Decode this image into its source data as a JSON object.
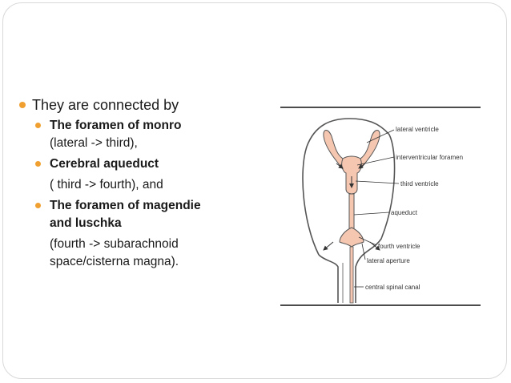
{
  "bullets": {
    "intro": "They are connected by",
    "item1_title": "The foramen of monro",
    "item1_desc": "(lateral -> third),",
    "item2_title": "Cerebral aqueduct",
    "item2_desc": "( third -> fourth), and",
    "item3_title_line1": "The foramen of magendie",
    "item3_title_line2": "and luschka",
    "item3_desc_line1": "(fourth -> subarachnoid",
    "item3_desc_line2": "space/cisterna magna)."
  },
  "diagram": {
    "labels": {
      "lateral_ventricle": "lateral ventricle",
      "interventricular_foramen": "interventricular foramen",
      "third_ventricle": "third ventricle",
      "aqueduct": "aqueduct",
      "fourth_ventricle": "fourth ventricle",
      "lateral_aperture": "lateral aperture",
      "central_spinal_canal": "central spinal canal"
    },
    "colors": {
      "ventricle_fill": "#f5c6b0",
      "outline": "#555555"
    }
  },
  "colors": {
    "bullet": "#f0a030",
    "border": "#d9d9d9"
  }
}
